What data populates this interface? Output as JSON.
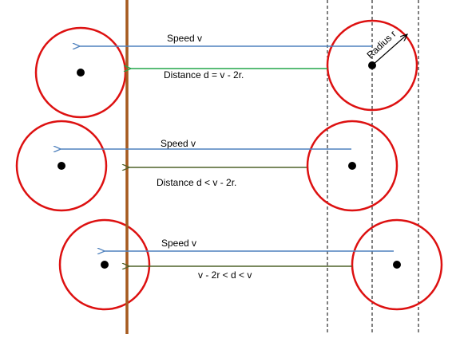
{
  "colors": {
    "circle": "#dd1111",
    "speed_arrow": "#4f81bd",
    "distance_arrow_1": "#22a64a",
    "distance_arrow_2": "#4f6228",
    "distance_arrow_3": "#4f6228",
    "wall": "#a65a1e",
    "dashed_line": "#000000",
    "center_dot": "#000000",
    "radius_arrow": "#000000"
  },
  "labels": {
    "radius": "Radius r",
    "row1_speed": "Speed v",
    "row1_distance": "Distance d = v - 2r.",
    "row2_speed": "Speed v",
    "row2_distance": "Distance d  <  v - 2r.",
    "row3_speed": "Speed v",
    "row3_distance": "v - 2r < d < v"
  }
}
